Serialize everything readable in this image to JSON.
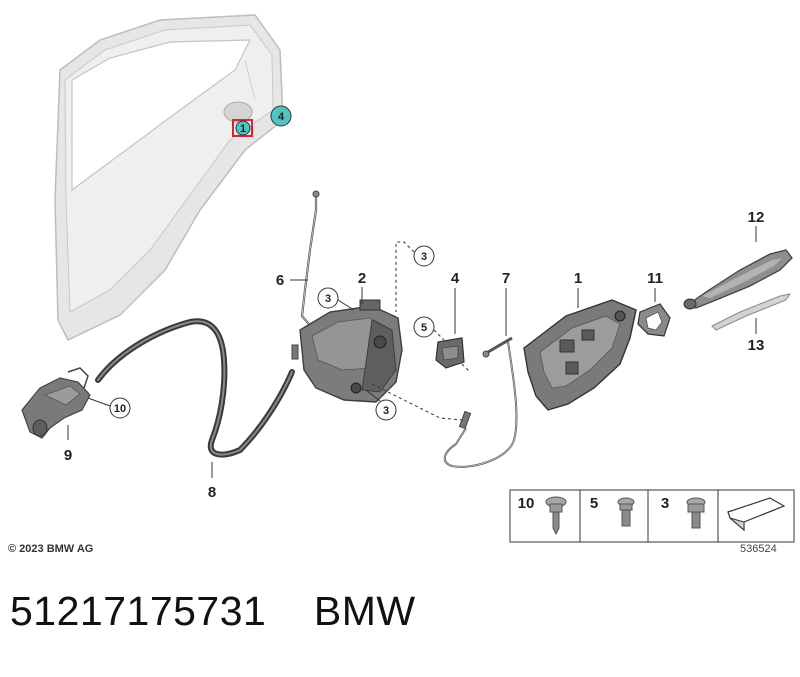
{
  "callouts": {
    "c1": "1",
    "c2": "2",
    "c3": "3",
    "c4": "4",
    "c5": "5",
    "c6": "6",
    "c7": "7",
    "c8": "8",
    "c9": "9",
    "c10": "10",
    "c11": "11",
    "c12": "12",
    "c13": "13"
  },
  "screw_legend": [
    {
      "number": "10"
    },
    {
      "number": "5"
    },
    {
      "number": "3"
    }
  ],
  "copyright": "© 2023 BMW AG",
  "diagram_number": "536524",
  "footer": {
    "part_number": "51217175731",
    "brand": "BMW"
  },
  "colors": {
    "part_fill": "#dcdcdc",
    "part_stroke": "#9a9a9a",
    "dark_part": "#6f6f6f",
    "highlight_circle": "#4fc4c0",
    "highlight_box": "#e0202a"
  }
}
